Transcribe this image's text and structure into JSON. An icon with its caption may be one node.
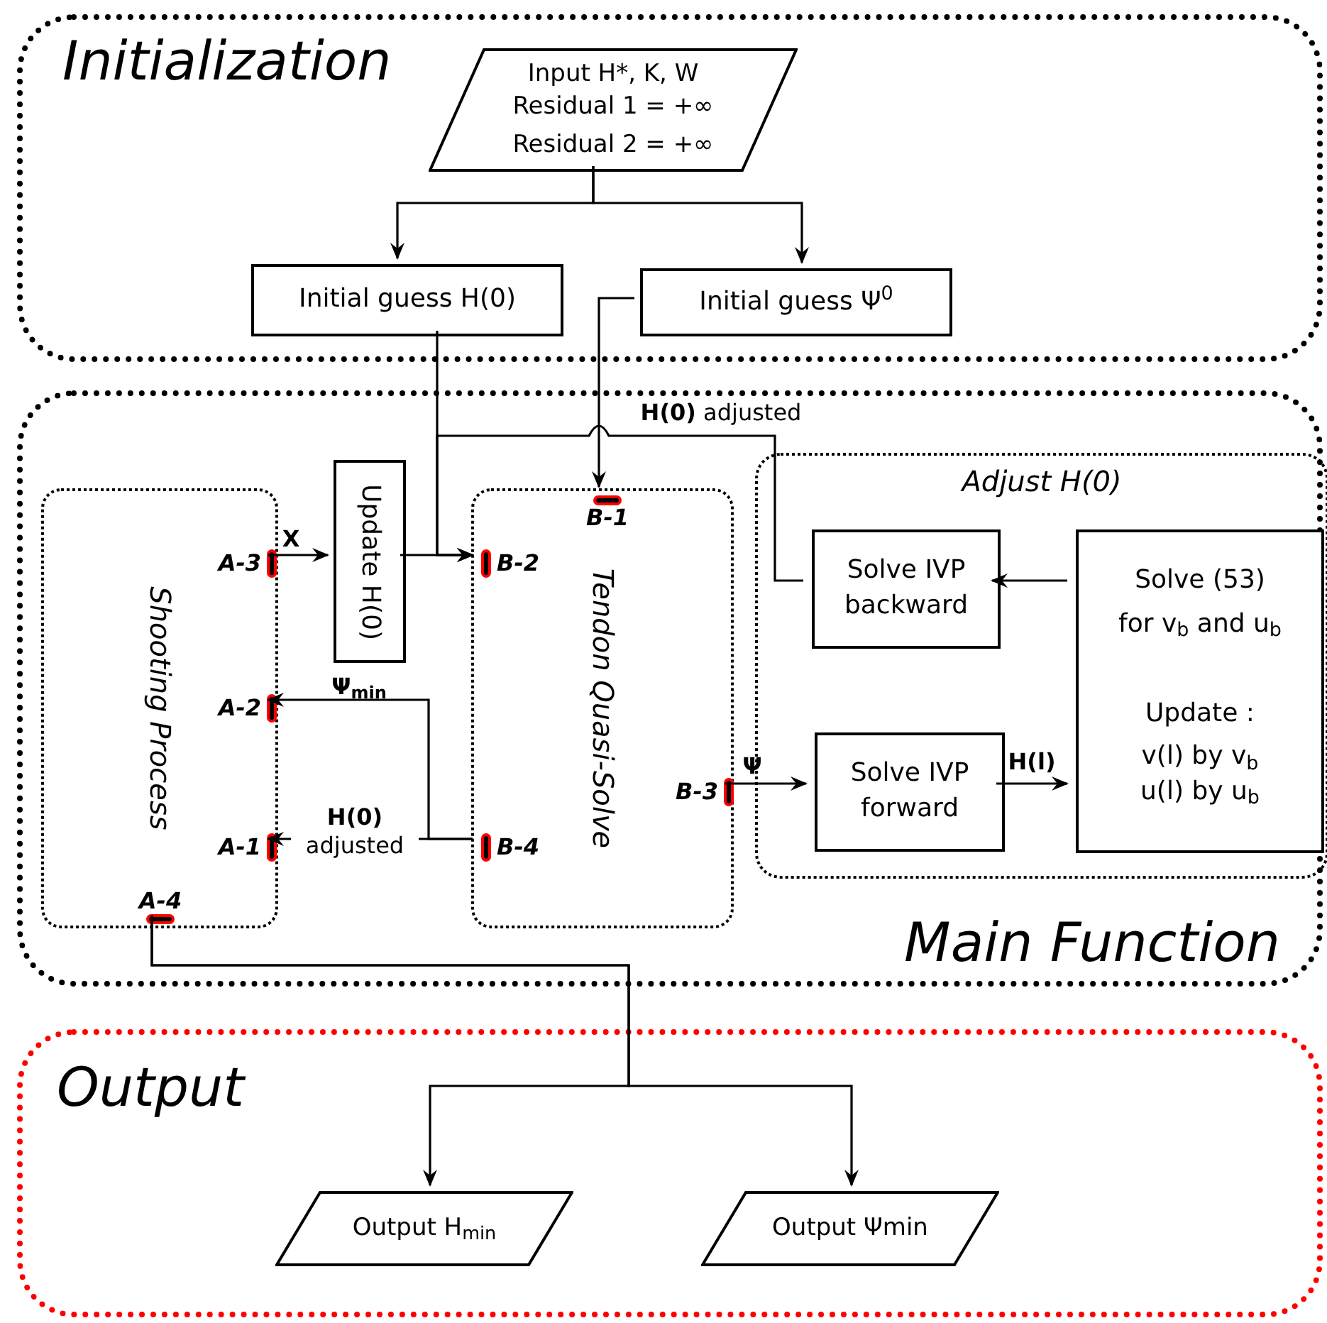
{
  "diagram": {
    "nodes": [
      {
        "text": [
          "Initialization"
        ]
      },
      {
        "text": [
          "Input H*, K, W",
          "Residual 1 = +∞",
          "Residual 2 = +∞"
        ],
        "in": 0
      },
      {
        "text": [
          "Initial guess H(0)"
        ],
        "in": 0
      },
      {
        "text": [
          "Initial guess Ψ$^{0}$"
        ],
        "in": 0
      },
      {
        "text": [
          "Main Function"
        ]
      },
      {
        "text": [
          "Shooting Process"
        ],
        "in": 4
      },
      {
        "text": [
          "A-3"
        ],
        "in": 5
      },
      {
        "text": [
          "A-2"
        ],
        "in": 5
      },
      {
        "text": [
          "A-1"
        ],
        "in": 5
      },
      {
        "text": [
          "A-4"
        ],
        "in": 5
      },
      {
        "text": [
          "Update H(0)"
        ],
        "in": 4
      },
      {
        "text": [
          "Tendon Quasi-Solve"
        ],
        "in": 4
      },
      {
        "text": [
          "B-1"
        ],
        "in": 11
      },
      {
        "text": [
          "B-2"
        ],
        "in": 11
      },
      {
        "text": [
          "B-3"
        ],
        "in": 11
      },
      {
        "text": [
          "B-4"
        ],
        "in": 11
      },
      {
        "text": [
          "Adjust H(0)"
        ],
        "in": 4
      },
      {
        "text": [
          "Solve IVP backward"
        ],
        "in": 16
      },
      {
        "text": [
          "Solve (53)",
          "for v$_{b}$ and u$_{b}$",
          "Update :",
          "v(l) by v$_{b}$",
          "u(l) by u$_{b}$"
        ],
        "in": 16
      },
      {
        "text": [
          "Solve IVP forward"
        ],
        "in": 16
      },
      {
        "text": [
          "Output"
        ]
      },
      {
        "text": [
          "Output H$_{min}$"
        ],
        "in": 20
      },
      {
        "text": [
          "Output Ψmin"
        ],
        "in": 20
      }
    ],
    "edges": [
      {
        "from": 1,
        "to": 2,
        "arrow": "to"
      },
      {
        "from": 1,
        "to": 3,
        "arrow": "to"
      },
      {
        "from": 2,
        "to": 13,
        "arrow": "to"
      },
      {
        "from": 3,
        "to": 12,
        "arrow": "to"
      },
      {
        "from": 6,
        "to": 10,
        "arrow": "to",
        "label": "X"
      },
      {
        "from": 10,
        "to": 13,
        "arrow": "to"
      },
      {
        "from": 17,
        "to": 13,
        "arrow": "to",
        "label": "**H(0)** adjusted"
      },
      {
        "from": 15,
        "to": 7,
        "arrow": "to",
        "label": "Ψ$_{min}$"
      },
      {
        "from": 15,
        "to": 8,
        "arrow": "to",
        "label": "**H(0)** adjusted"
      },
      {
        "from": 14,
        "to": 19,
        "arrow": "to",
        "label": "Ψ"
      },
      {
        "from": 19,
        "to": 18,
        "arrow": "to",
        "label": "H(l)"
      },
      {
        "from": 18,
        "to": 17,
        "arrow": "to"
      },
      {
        "from": 9,
        "to": 21,
        "arrow": "to"
      },
      {
        "from": 9,
        "to": 22,
        "arrow": "to"
      }
    ]
  }
}
